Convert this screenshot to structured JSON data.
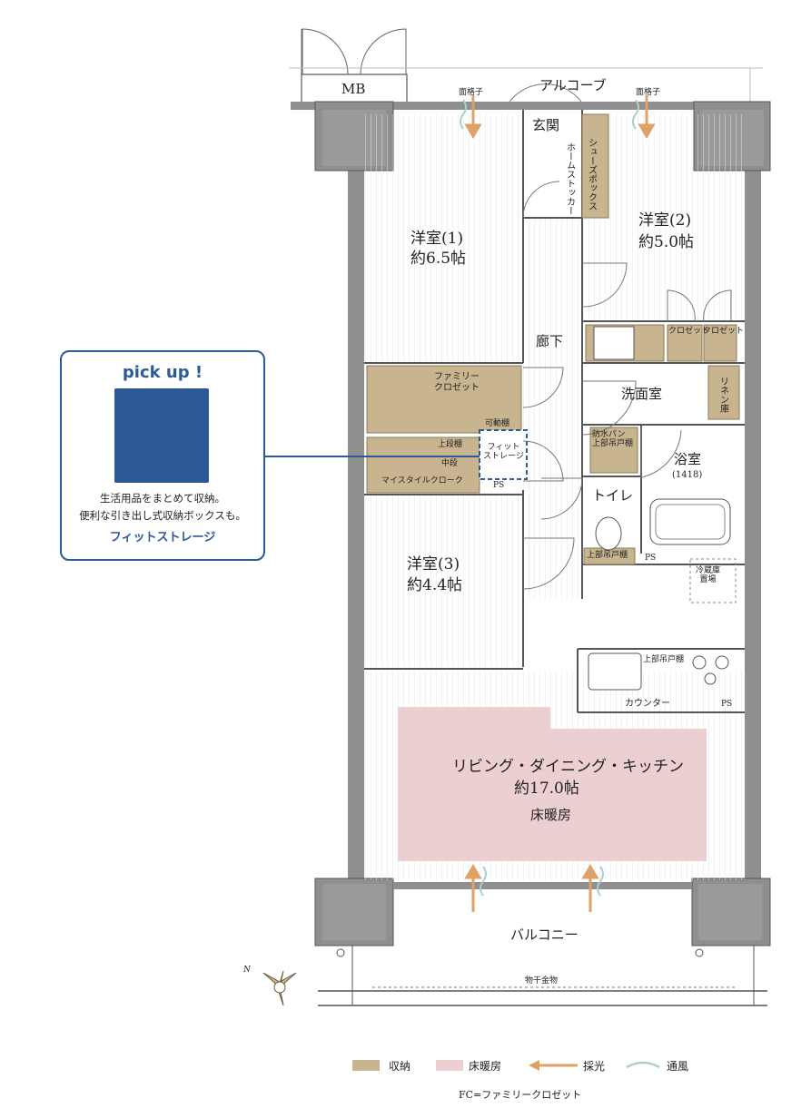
{
  "colors": {
    "storage": "#c8b48e",
    "floor_heating": "#ebcfd1",
    "wall": "#8f8f8f",
    "accent_blue": "#2b5a97",
    "daylight_arrow": "#e0a264",
    "ventilation": "#a9cfcf"
  },
  "labels": {
    "mb": "MB",
    "alcove": "アルコーブ",
    "lattice_left": "面格子",
    "lattice_right": "面格子",
    "entrance": "玄関",
    "home_stocker": "ホームストッカー",
    "shoe_box": "シューズボックス",
    "room1_name": "洋室(1)",
    "room1_size": "約6.5帖",
    "room2_name": "洋室(2)",
    "room2_size": "約5.0帖",
    "closet_a": "クロゼット",
    "closet_b": "クロゼット",
    "hallway": "廊下",
    "family_closet": "ファミリー\nクロゼット",
    "movable_shelf": "可動棚",
    "upper_shelf": "上段棚",
    "middle_shelf": "中段",
    "my_style_cloak": "マイスタイルクローク",
    "fit_storage": "フィット\nストレージ",
    "ps_1": "PS",
    "washroom": "洗面室",
    "linen_storage": "リネン庫",
    "waterproof_pan": "防水パン\n上部吊戸棚",
    "bathroom_name": "浴室",
    "bathroom_size": "(1418)",
    "toilet": "トイレ",
    "upper_cabinet_toilet": "上部吊戸棚",
    "ps_2": "PS",
    "fridge": "冷蔵庫\n置場",
    "room3_name": "洋室(3)",
    "room3_size": "約4.4帖",
    "upper_cabinet_kitchen": "上部吊戸棚",
    "counter": "カウンター",
    "ps_3": "PS",
    "ldk_name": "リビング・ダイニング・キッチン",
    "ldk_size": "約17.0帖",
    "floor_heating_label": "床暖房",
    "balcony": "バルコニー",
    "drying_rack": "物干金物",
    "compass_n": "N"
  },
  "pickup": {
    "title": "pick up !",
    "desc_line1": "生活用品をまとめて収納。",
    "desc_line2": "便利な引き出し式収納ボックスも。",
    "name": "フィットストレージ"
  },
  "legend": {
    "storage": "収納",
    "floor_heating": "床暖房",
    "daylight": "採光",
    "ventilation": "通風"
  },
  "fc_note": "FC=ファミリークロゼット"
}
